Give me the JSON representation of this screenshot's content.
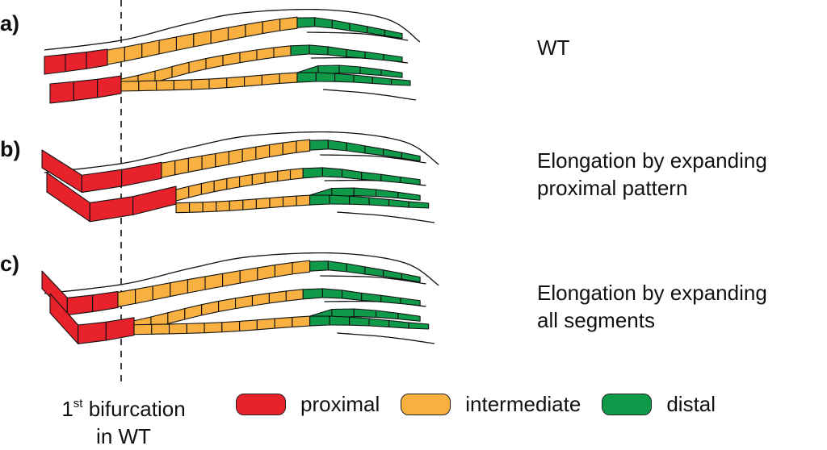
{
  "panels": [
    {
      "label": "a)",
      "description_lines": [
        "WT"
      ]
    },
    {
      "label": "b)",
      "description_lines": [
        "Elongation by expanding",
        "proximal pattern"
      ]
    },
    {
      "label": "c)",
      "description_lines": [
        "Elongation by expanding",
        "all segments"
      ]
    }
  ],
  "bifurcation_marker": {
    "line1_prefix": "1",
    "superscript": "st",
    "line1_suffix": " bifurcation",
    "line2": "in WT"
  },
  "legend": [
    {
      "key": "proximal",
      "label": "proximal",
      "color": "#e8222a"
    },
    {
      "key": "intermediate",
      "label": "intermediate",
      "color": "#f8b040"
    },
    {
      "key": "distal",
      "label": "distal",
      "color": "#0f9a49"
    }
  ],
  "colors": {
    "proximal": "#e8222a",
    "intermediate": "#f8b040",
    "distal": "#0f9a49",
    "outline": "#111111"
  }
}
